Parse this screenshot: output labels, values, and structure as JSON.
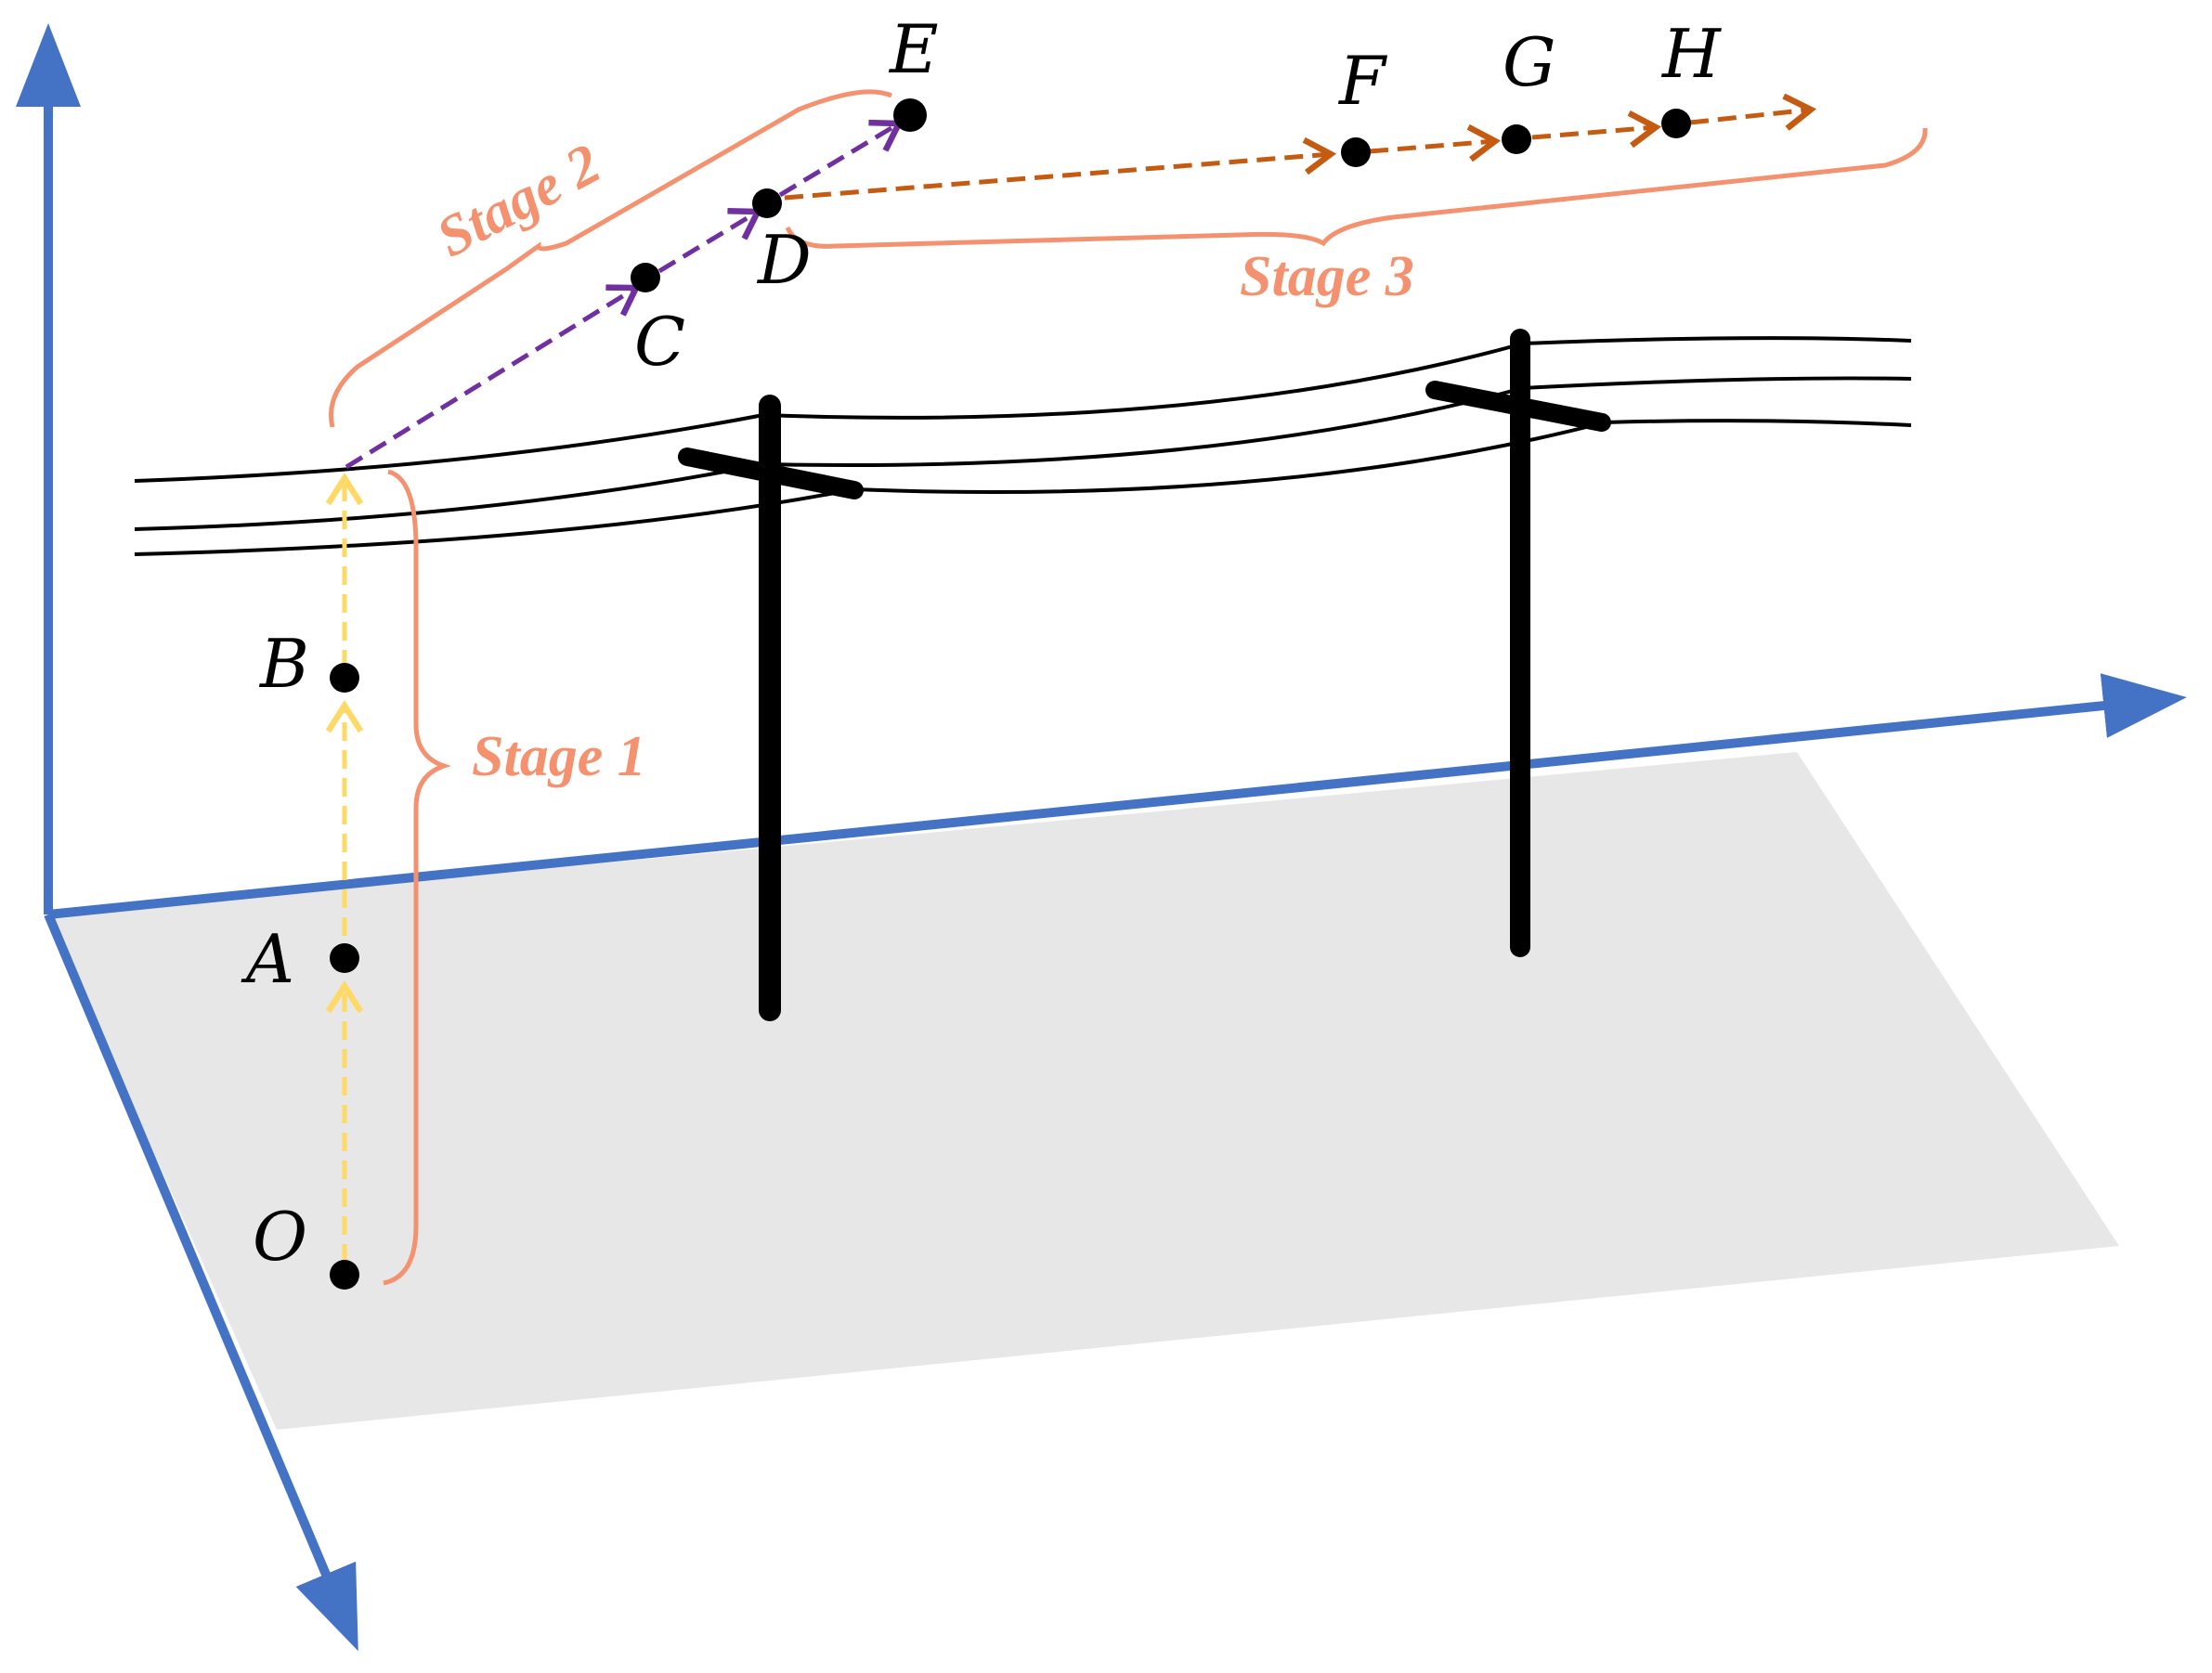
{
  "colors": {
    "axis": "#4472C4",
    "ground": "#E7E7E7",
    "stage1": "#FFD966",
    "stage2": "#7030A0",
    "stage3": "#C55A11",
    "brace": "#F4916E",
    "wire": "#000000"
  },
  "points": {
    "O": "O",
    "A": "A",
    "B": "B",
    "C": "C",
    "D": "D",
    "E": "E",
    "F": "F",
    "G": "G",
    "H": "H"
  },
  "stages": {
    "stage1": "Stage 1",
    "stage2": "Stage 2",
    "stage3": "Stage 3"
  }
}
